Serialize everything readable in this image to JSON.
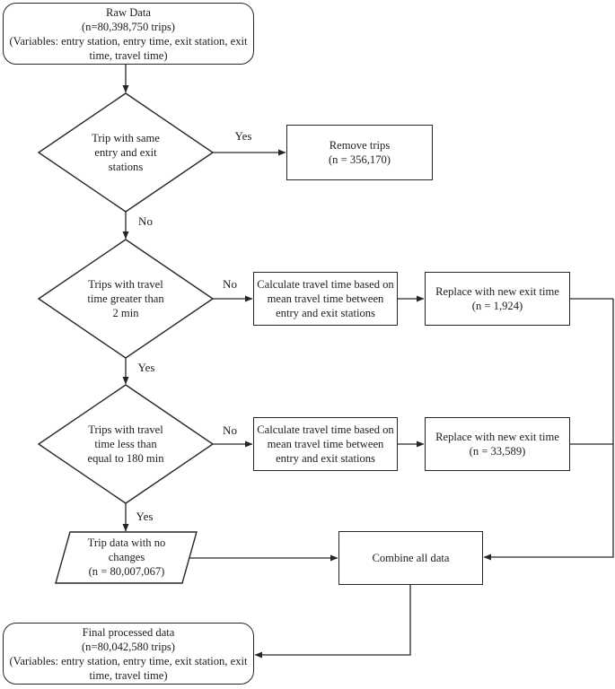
{
  "colors": {
    "ink": "#262626",
    "background": "#ffffff"
  },
  "flowchart": {
    "nodes": {
      "raw_data": {
        "type": "terminator",
        "label": "Raw Data\n(n=80,398,750 trips)\n(Variables: entry station, entry time, exit station, exit\ntime, travel time)"
      },
      "decision_same_stations": {
        "type": "decision",
        "label": "Trip with same\nentry and exit\nstations"
      },
      "remove_trips": {
        "type": "process",
        "label": "Remove trips\n(n = 356,170)"
      },
      "decision_travel_gt_2min": {
        "type": "decision",
        "label": "Trips with travel\ntime greater than\n2 min"
      },
      "calculate_travel_time_1": {
        "type": "process",
        "label": "Calculate travel time based on\nmean travel time between\nentry and exit stations"
      },
      "replace_exit_time_1": {
        "type": "process",
        "label": "Replace with new exit time\n(n = 1,924)"
      },
      "decision_travel_le_180min": {
        "type": "decision",
        "label": "Trips with travel\ntime less than\nequal to 180 min"
      },
      "calculate_travel_time_2": {
        "type": "process",
        "label": "Calculate travel time based on\nmean travel time between\nentry and exit stations"
      },
      "replace_exit_time_2": {
        "type": "process",
        "label": "Replace with new exit time\n(n = 33,589)"
      },
      "trip_data_no_changes": {
        "type": "data",
        "label": "Trip data with no\nchanges\n(n = 80,007,067)"
      },
      "combine_all_data": {
        "type": "process",
        "label": "Combine all data"
      },
      "final_processed_data": {
        "type": "terminator",
        "label": "Final processed data\n(n=80,042,580 trips)\n(Variables: entry station, entry time, exit station, exit\ntime, travel time)"
      }
    },
    "edge_labels": {
      "yes_1": "Yes",
      "no_1": "No",
      "no_2": "No",
      "yes_2": "Yes",
      "no_3": "No",
      "yes_3": "Yes"
    }
  }
}
